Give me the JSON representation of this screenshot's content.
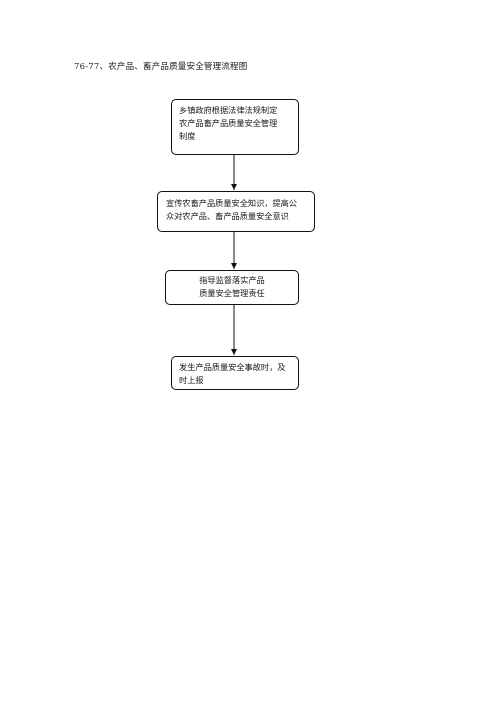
{
  "title": "76-77、农产品、畜产品质量安全管理流程图",
  "nodes": [
    {
      "lines": [
        "乡镇政府根据法律法规制定",
        "农产品畜产品质量安全管理",
        "制度"
      ]
    },
    {
      "lines": [
        "宣传农畜产品质量安全知识，提高公",
        "众对农产品、畜产品质量安全意识"
      ]
    },
    {
      "lines": [
        "指导监督落实产品",
        "质量安全管理责任"
      ]
    },
    {
      "lines": [
        "发生产品质量安全事故时，及",
        "时上报"
      ]
    }
  ]
}
